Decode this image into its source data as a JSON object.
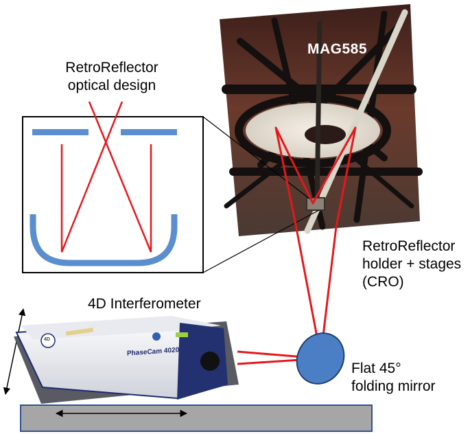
{
  "labels": {
    "design": "RetroReflector\noptical design",
    "telescope": "MAG585",
    "holder": "RetroReflector\nholder + stages\n(CRO)",
    "interferometer": "4D Interferometer",
    "mirror": "Flat 45°\nfolding mirror",
    "device_model": "PhaseCam 4020",
    "device_brand": "4D"
  },
  "colors": {
    "beam": "#e5171c",
    "optic": "#5b8ecf",
    "mirror_fill": "#4b7fc5",
    "bench": "#a6a6a6",
    "frame": "#000000",
    "device_body": "#f2f3f6",
    "device_trim": "#1c2a72"
  }
}
